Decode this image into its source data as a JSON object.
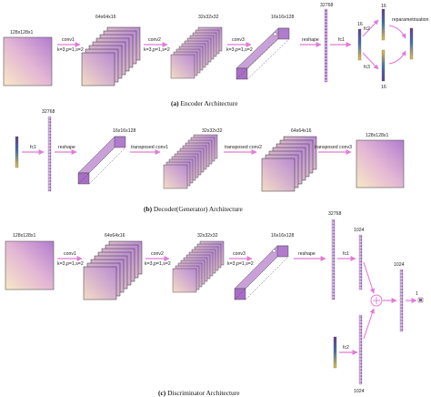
{
  "encoder": {
    "caption_tag": "(a)",
    "caption_text": "Encoder Architecture",
    "input_label": "128x128x1",
    "conv1_label": "conv1",
    "conv1_params": "k=3,p=1,s=2",
    "stack1_label": "64x64x16",
    "conv2_label": "conv2",
    "conv2_params": "k=3,p=1,s=2",
    "stack2_label": "32x32x32",
    "conv3_label": "conv3",
    "conv3_params": "k=3,p=1,s=2",
    "stack3_label": "16x16x128",
    "reshape_label": "reshape",
    "flat_label": "32768",
    "fc1_label": "fc1",
    "fc1_size": "16",
    "fc2_label": "fc2",
    "fc3_label": "fc3",
    "mu_size": "16",
    "sigma_size": "16",
    "reparam_label": "reparametrisation"
  },
  "decoder": {
    "caption_tag": "(b)",
    "caption_text": "Decoder(Generator) Architecture",
    "flat_label": "32768",
    "fc1_label": "fc1",
    "reshape_label": "reshape",
    "stack3_label": "16x16x128",
    "tconv1_label": "transposed conv1",
    "stack2_label": "32x32x32",
    "tconv2_label": "transposed conv2",
    "stack1_label": "64x64x16",
    "tconv3_label": "transposed conv3",
    "output_label": "128x128x1"
  },
  "discriminator": {
    "caption_tag": "(c)",
    "caption_text": "Discriminator Architecture",
    "input_label": "128x128x1",
    "conv1_label": "conv1",
    "conv1_params": "k=3,p=1,s=2",
    "stack1_label": "64x64x16",
    "conv2_label": "conv2",
    "conv2_params": "k=3,p=1,s=2",
    "stack2_label": "32x32x32",
    "conv3_label": "conv3",
    "conv3_params": "k=3,p=1,s=2",
    "stack3_label": "16x16x128",
    "reshape_label": "reshape",
    "flat_label": "32768",
    "fc1_label": "fc1",
    "fc1_size": "1024",
    "fc2_label": "fc2",
    "fc2_size": "1024",
    "merged_size": "1024",
    "output_size": "1"
  },
  "colors": {
    "arrow": "#e27ad8",
    "layer_light": "#f6e1c4",
    "layer_dark": "#b57ed0",
    "outline": "#333333",
    "vector_purple": "#8a3a9c",
    "vector_blue": "#2f63a8",
    "vector_yellow": "#e0b93c"
  }
}
